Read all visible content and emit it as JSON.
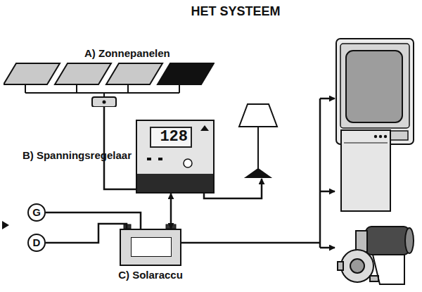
{
  "diagram": {
    "title": "HET SYSTEEM",
    "nodes": [
      {
        "text": [
          "A) Zonnepanelen"
        ]
      },
      {
        "text": [
          "B) Spanningsregelaar",
          "128"
        ]
      },
      {
        "text": [
          "G"
        ]
      },
      {
        "text": [
          "D"
        ]
      },
      {
        "text": [
          "C) Solaraccu"
        ]
      }
    ],
    "edges": [
      {
        "from": 0,
        "to": 1,
        "arrow": "none"
      },
      {
        "from": 1,
        "to": 4,
        "arrow": "both"
      },
      {
        "from": 2,
        "to": 4,
        "arrow": "none"
      },
      {
        "from": 3,
        "to": 4,
        "arrow": "none"
      }
    ]
  }
}
